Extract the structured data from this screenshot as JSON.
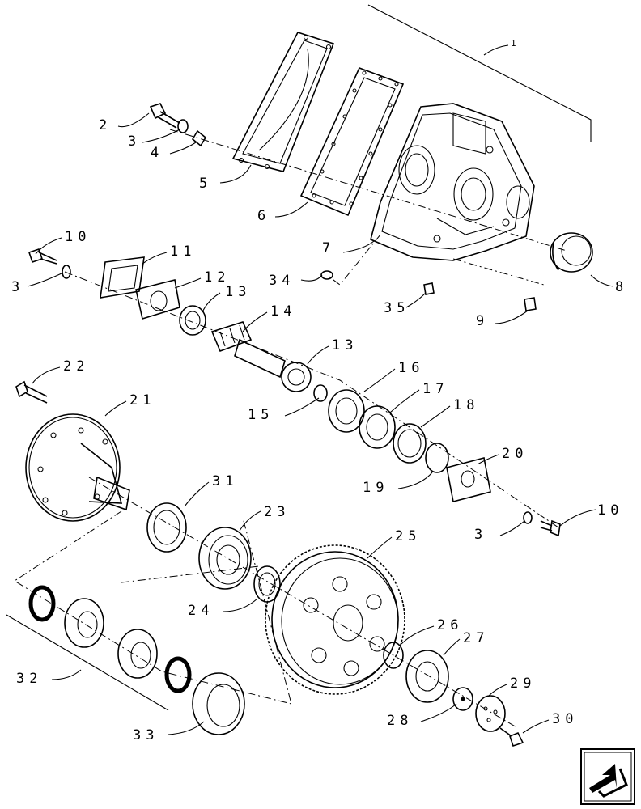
{
  "callouts": [
    {
      "id": "c1",
      "text": "1"
    },
    {
      "id": "c2",
      "text": "2"
    },
    {
      "id": "c3a",
      "text": "3"
    },
    {
      "id": "c4",
      "text": "4"
    },
    {
      "id": "c5",
      "text": "5"
    },
    {
      "id": "c6",
      "text": "6"
    },
    {
      "id": "c7",
      "text": "7"
    },
    {
      "id": "c8",
      "text": "8"
    },
    {
      "id": "c9",
      "text": "9"
    },
    {
      "id": "c10a",
      "text": "10"
    },
    {
      "id": "c3b",
      "text": "3"
    },
    {
      "id": "c11",
      "text": "11"
    },
    {
      "id": "c12",
      "text": "12"
    },
    {
      "id": "c13a",
      "text": "13"
    },
    {
      "id": "c34",
      "text": "34"
    },
    {
      "id": "c35",
      "text": "35"
    },
    {
      "id": "c14",
      "text": "14"
    },
    {
      "id": "c13b",
      "text": "13"
    },
    {
      "id": "c22",
      "text": "22"
    },
    {
      "id": "c16",
      "text": "16"
    },
    {
      "id": "c17",
      "text": "17"
    },
    {
      "id": "c21",
      "text": "21"
    },
    {
      "id": "c18",
      "text": "18"
    },
    {
      "id": "c15",
      "text": "15"
    },
    {
      "id": "c20",
      "text": "20"
    },
    {
      "id": "c19",
      "text": "19"
    },
    {
      "id": "c31",
      "text": "31"
    },
    {
      "id": "c10b",
      "text": "10"
    },
    {
      "id": "c3c",
      "text": "3"
    },
    {
      "id": "c23",
      "text": "23"
    },
    {
      "id": "c25",
      "text": "25"
    },
    {
      "id": "c24",
      "text": "24"
    },
    {
      "id": "c26",
      "text": "26"
    },
    {
      "id": "c27",
      "text": "27"
    },
    {
      "id": "c32",
      "text": "32"
    },
    {
      "id": "c29",
      "text": "29"
    },
    {
      "id": "c28",
      "text": "28"
    },
    {
      "id": "c30",
      "text": "30"
    },
    {
      "id": "c33",
      "text": "33"
    }
  ],
  "icons": {
    "nav": "previous-page-arrow-icon"
  }
}
